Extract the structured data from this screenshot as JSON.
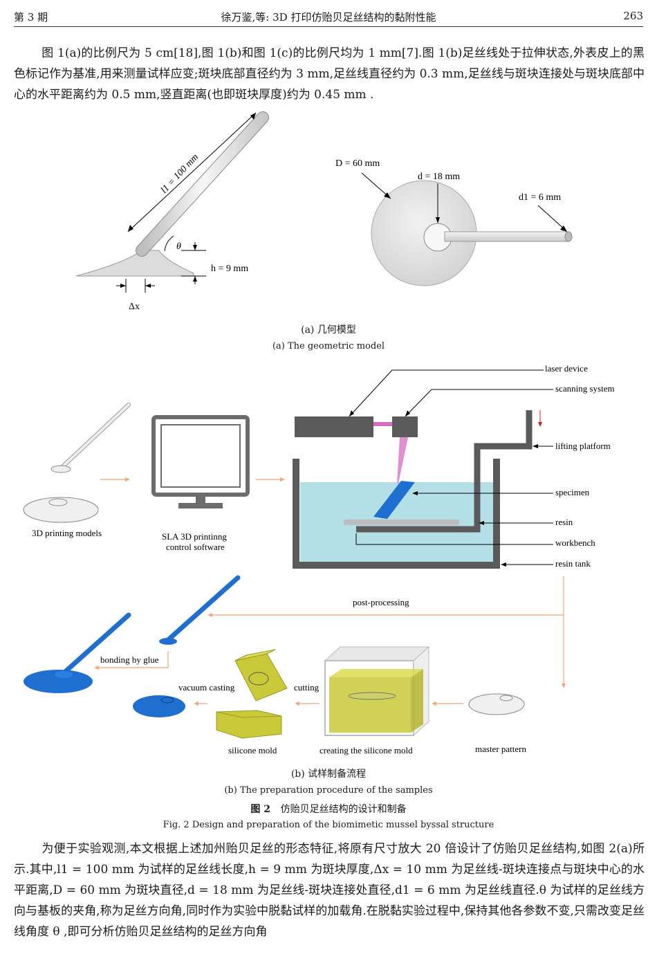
{
  "header": {
    "issue": "第 3 期",
    "running_title": "徐万鉴,等: 3D 打印仿贻贝足丝结构的黏附性能",
    "page_number": "263"
  },
  "para_top": "图 1(a)的比例尺为 5 cm[18],图 1(b)和图 1(c)的比例尺均为 1 mm[7].图 1(b)足丝线处于拉伸状态,外表皮上的黑色标记作为基准,用来测量试样应变;斑块底部直径约为 3 mm,足丝线直径约为 0.3 mm,足丝线与斑块连接处与斑块底部中心的水平距离约为 0.5 mm,竖直距离(也即斑块厚度)约为 0.45 mm .",
  "figure_a": {
    "l1_label": "l1 = 100 mm",
    "theta_label": "θ",
    "h_label": "h = 9 mm",
    "dx_label": "Δx",
    "D_label": "D = 60 mm",
    "d_label": "d = 18 mm",
    "d1_label": "d1 = 6 mm",
    "caption_zh": "(a) 几何模型",
    "caption_en": "(a) The geometric model"
  },
  "figure_b": {
    "laser_device": "laser device",
    "scanning_system": "scanning system",
    "lifting_platform": "lifting platform",
    "specimen": "specimen",
    "resin": "resin",
    "workbench": "workbench",
    "resin_tank": "resin tank",
    "printing_models": "3D printing models",
    "software_line1": "SLA 3D printinng",
    "software_line2": "control software",
    "post_processing": "post-processing",
    "bonding": "bonding by glue",
    "vacuum_casting": "vacuum casting",
    "cutting": "cutting",
    "silicone_mold": "silicone mold",
    "creating_mold": "creating the silicone mold",
    "master_pattern": "master pattern",
    "caption_zh": "(b) 试样制备流程",
    "caption_en": "(b) The preparation procedure of the samples"
  },
  "figure_caption_zh_num": "图 2",
  "figure_caption_zh": "仿贻贝足丝结构的设计和制备",
  "figure_caption_en": "Fig. 2    Design and preparation of the biomimetic mussel byssal structure",
  "para_bottom": "为便于实验观测,本文根据上述加州贻贝足丝的形态特征,将原有尺寸放大 20 倍设计了仿贻贝足丝结构,如图 2(a)所示.其中,l1 = 100 mm 为试样的足丝线长度,h = 9 mm 为斑块厚度,Δx = 10 mm 为足丝线-斑块连接点与斑块中心的水平距离,D = 60 mm 为斑块直径,d = 18 mm 为足丝线-斑块连接处直径,d1 = 6 mm 为足丝线直径.θ 为试样的足丝线方向与基板的夹角,称为足丝方向角,同时作为实验中脱黏试样的加载角.在脱黏实验过程中,保持其他各参数不变,只需改变足丝线角度 θ ,即可分析仿贻贝足丝结构的足丝方向角",
  "colors": {
    "blue": "#1f6fd1",
    "yellow": "#c9c93a",
    "resin": "#b3dfe6",
    "orange": "#f0a878"
  }
}
